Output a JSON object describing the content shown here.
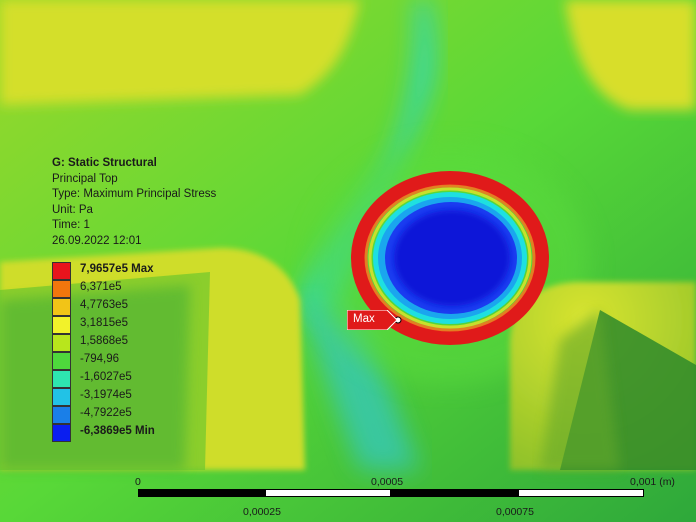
{
  "info": {
    "title": "G: Static Structural",
    "result": "Principal Top",
    "type": "Type: Maximum Principal Stress",
    "unit": "Unit: Pa",
    "time": "Time: 1",
    "date": "26.09.2022 12:01"
  },
  "legend": {
    "entries": [
      {
        "label": "7,9657e5 Max",
        "color": "#e8141c",
        "bold": true
      },
      {
        "label": "6,371e5",
        "color": "#f2760d",
        "bold": false
      },
      {
        "label": "4,7763e5",
        "color": "#f2c417",
        "bold": false
      },
      {
        "label": "3,1815e5",
        "color": "#f2f22a",
        "bold": false
      },
      {
        "label": "1,5868e5",
        "color": "#b8e61c",
        "bold": false
      },
      {
        "label": "-794,96",
        "color": "#4ed83c",
        "bold": false
      },
      {
        "label": "-1,6027e5",
        "color": "#2ee6b0",
        "bold": false
      },
      {
        "label": "-3,1974e5",
        "color": "#22c2e6",
        "bold": false
      },
      {
        "label": "-4,7922e5",
        "color": "#1a7fe8",
        "bold": false
      },
      {
        "label": "-6,3869e5 Min",
        "color": "#0a1ef0",
        "bold": true
      }
    ]
  },
  "probe": {
    "label": "Max"
  },
  "scale_bar": {
    "top_labels": [
      "0",
      "0,0005",
      "0,001 (m)"
    ],
    "bottom_labels": [
      "0,00025",
      "0,00075"
    ]
  }
}
